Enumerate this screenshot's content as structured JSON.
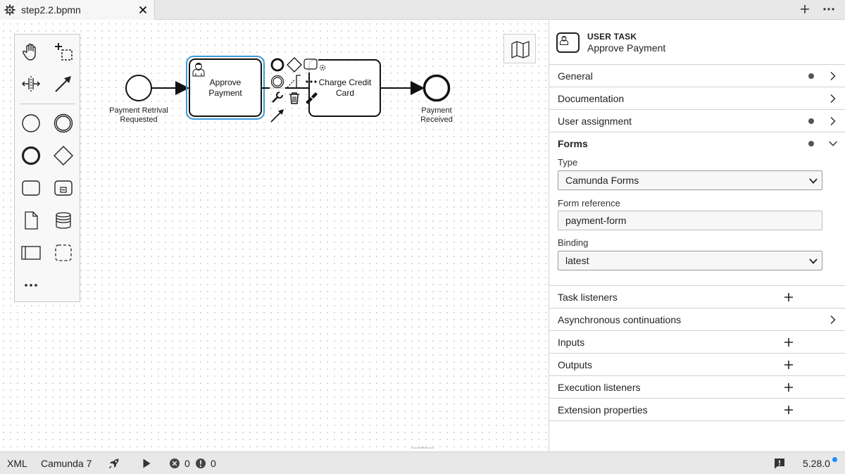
{
  "tab": {
    "title": "step2.2.bpmn",
    "icons": [
      "gear-icon",
      "close-icon"
    ]
  },
  "tab_actions": [
    "plus-icon",
    "more-icon"
  ],
  "palette": [
    "hand-tool-icon",
    "lasso-tool-icon",
    "space-tool-icon",
    "global-connect-icon",
    "start-event-icon",
    "intermediate-event-icon",
    "end-event-icon",
    "gateway-icon",
    "task-icon",
    "subprocess-icon",
    "data-object-icon",
    "data-store-icon",
    "pool-icon",
    "group-icon",
    "more-icon"
  ],
  "diagram": {
    "start_event_label": [
      "Payment Retrival",
      "Requested"
    ],
    "task1_label": [
      "Approve",
      "Payment"
    ],
    "task2_label": [
      "Charge Credit",
      "Card"
    ],
    "end_event_label": [
      "Payment",
      "Received"
    ],
    "selection_color": "#3a9ad9"
  },
  "panel": {
    "element_type": "USER TASK",
    "element_name": "Approve Payment",
    "groups": {
      "general": "General",
      "documentation": "Documentation",
      "user_assignment": "User assignment",
      "forms": "Forms",
      "task_listeners": "Task listeners",
      "async": "Asynchronous continuations",
      "inputs": "Inputs",
      "outputs": "Outputs",
      "execution_listeners": "Execution listeners",
      "extension_properties": "Extension properties"
    },
    "forms": {
      "type_label": "Type",
      "type_value": "Camunda Forms",
      "form_reference_label": "Form reference",
      "form_reference_value": "payment-form",
      "binding_label": "Binding",
      "binding_value": "latest"
    }
  },
  "status": {
    "xml": "XML",
    "engine": "Camunda 7",
    "errors": "0",
    "warnings": "0",
    "version": "5.28.0",
    "accent": "#1a8cff"
  }
}
